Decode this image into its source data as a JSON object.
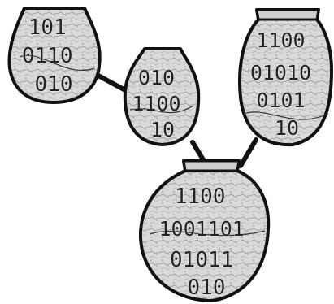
{
  "scene": {
    "background": "#ffffff",
    "pot_fill": "#d9d9d9",
    "outline": "#111111"
  },
  "vessels": [
    {
      "lines": [
        "101",
        "0110",
        "010"
      ]
    },
    {
      "lines": [
        "010",
        "1100",
        "10"
      ]
    },
    {
      "lines": [
        "1100",
        "01010",
        "0101",
        "10"
      ]
    },
    {
      "lines": [
        "1100",
        "1001101",
        "01011",
        "010"
      ]
    }
  ]
}
